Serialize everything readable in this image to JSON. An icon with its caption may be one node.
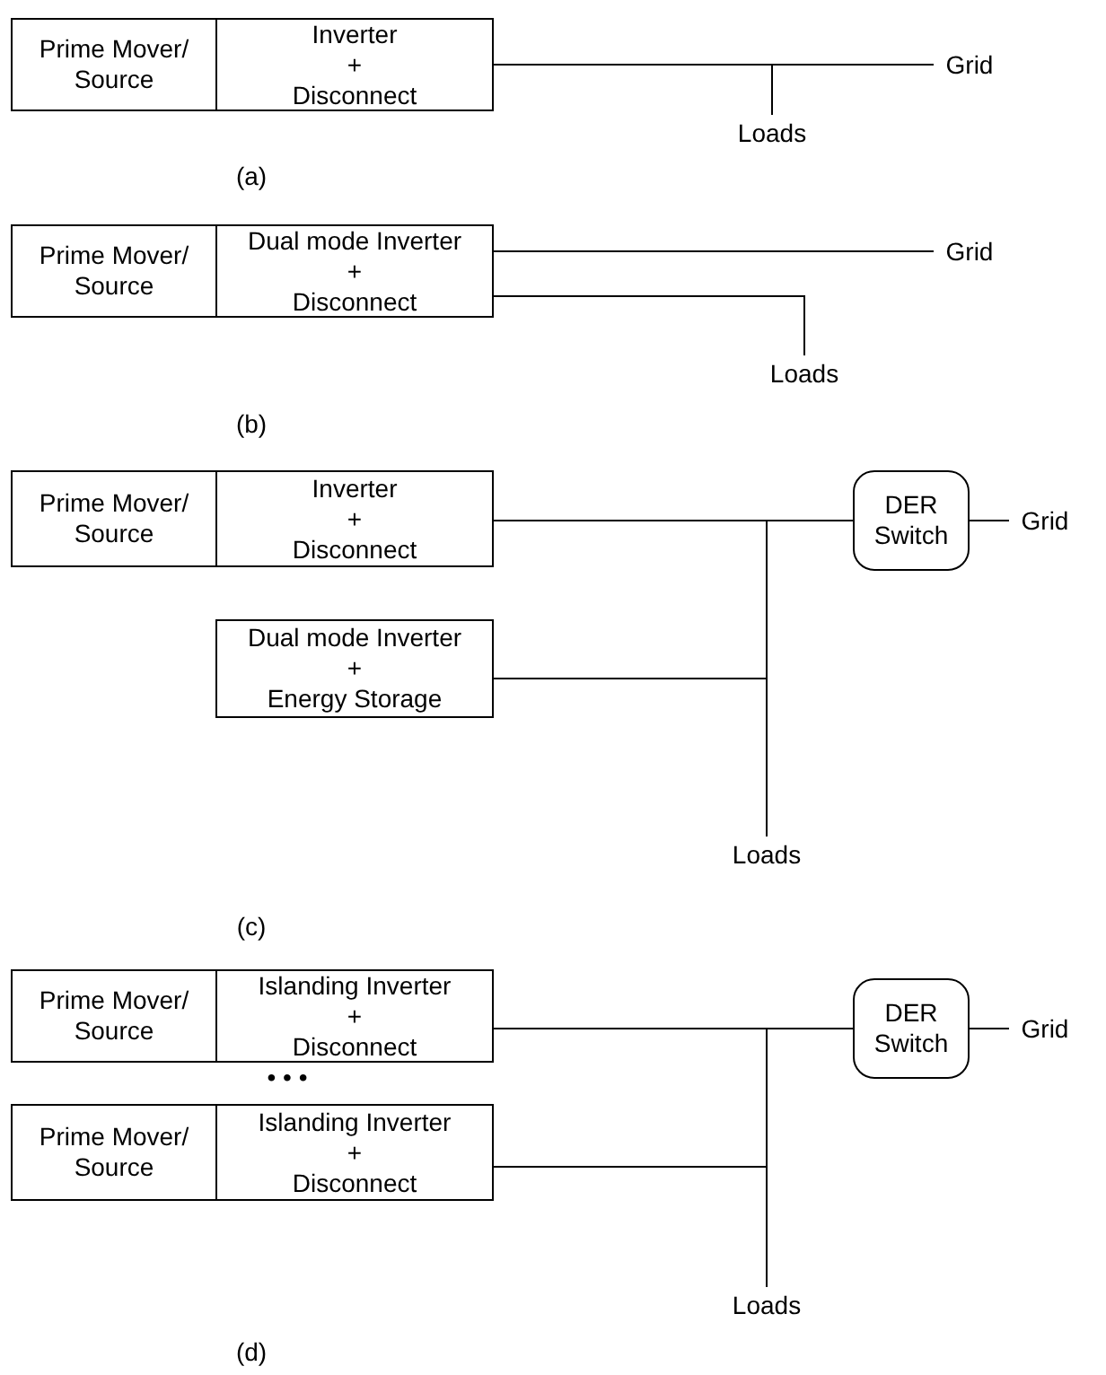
{
  "diagram": {
    "nodes": [
      {
        "text": [
          "Prime Mover/ Source"
        ]
      },
      {
        "text": [
          "Inverter",
          "+",
          "Disconnect"
        ]
      },
      {
        "text": [
          "Grid"
        ]
      },
      {
        "text": [
          "Loads"
        ]
      },
      {
        "text": [
          "Prime Mover/ Source"
        ]
      },
      {
        "text": [
          "Dual mode Inverter",
          "+",
          "Disconnect"
        ]
      },
      {
        "text": [
          "Grid"
        ]
      },
      {
        "text": [
          "Loads"
        ]
      },
      {
        "text": [
          "Prime Mover/ Source"
        ]
      },
      {
        "text": [
          "Inverter",
          "+",
          "Disconnect"
        ]
      },
      {
        "text": [
          "DER Switch"
        ]
      },
      {
        "text": [
          "Grid"
        ]
      },
      {
        "text": [
          "Dual mode Inverter",
          "+",
          "Energy Storage"
        ]
      },
      {
        "text": [
          "Loads"
        ]
      },
      {
        "text": [
          "Prime Mover/ Source"
        ]
      },
      {
        "text": [
          "Islanding Inverter",
          "+",
          "Disconnect"
        ]
      },
      {
        "text": [
          "DER Switch"
        ]
      },
      {
        "text": [
          "Grid"
        ]
      },
      {
        "text": [
          "Prime Mover/ Source"
        ]
      },
      {
        "text": [
          "Islanding Inverter",
          "+",
          "Disconnect"
        ]
      },
      {
        "text": [
          "Loads"
        ]
      }
    ],
    "edges": [
      {
        "from": 1,
        "to": 2,
        "arrow": "none"
      },
      {
        "from": 1,
        "to": 3,
        "arrow": "none"
      },
      {
        "from": 5,
        "to": 6,
        "arrow": "none"
      },
      {
        "from": 5,
        "to": 7,
        "arrow": "none"
      },
      {
        "from": 9,
        "to": 10,
        "arrow": "none"
      },
      {
        "from": 9,
        "to": 13,
        "arrow": "none"
      },
      {
        "from": 12,
        "to": 10,
        "arrow": "none"
      },
      {
        "from": 12,
        "to": 13,
        "arrow": "none"
      },
      {
        "from": 10,
        "to": 11,
        "arrow": "none"
      },
      {
        "from": 15,
        "to": 16,
        "arrow": "none"
      },
      {
        "from": 15,
        "to": 20,
        "arrow": "none"
      },
      {
        "from": 19,
        "to": 16,
        "arrow": "none"
      },
      {
        "from": 19,
        "to": 20,
        "arrow": "none"
      },
      {
        "from": 16,
        "to": 17,
        "arrow": "none"
      }
    ],
    "labels": [
      "(a)",
      "(b)",
      "(c)",
      "• • •",
      "(d)"
    ]
  }
}
